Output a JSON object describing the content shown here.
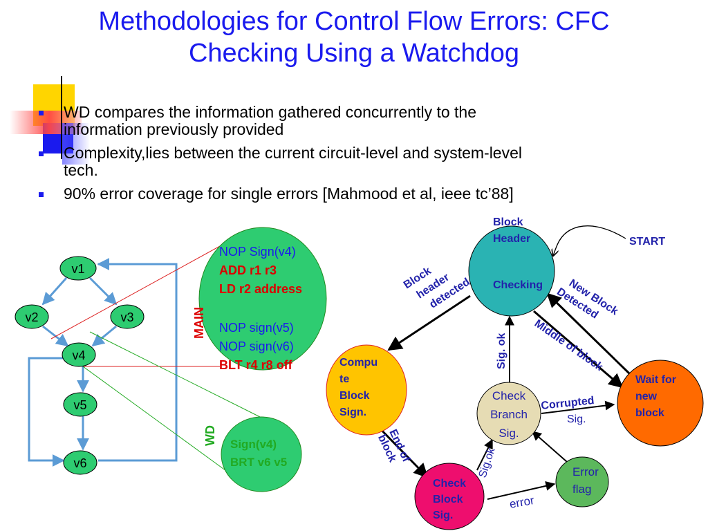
{
  "title": {
    "line1": "Methodologies for Control Flow Errors: CFC",
    "line2": "Checking Using a Watchdog"
  },
  "bullets": [
    {
      "line1": "WD compares the information gathered concurrently to the",
      "line2": "information previously provided"
    },
    {
      "line1": "Complexity,lies between the current circuit-level and system-level",
      "line2": "tech."
    },
    {
      "line1": "90% error coverage for single errors [Mahmood et al, ieee tc’88]"
    }
  ],
  "cfg": {
    "nodes": [
      "v1",
      "v2",
      "v3",
      "v4",
      "v5",
      "v6"
    ]
  },
  "main": {
    "label": "MAIN",
    "lines": [
      {
        "text": "NOP Sign(v4)",
        "color": "#1a1aee"
      },
      {
        "text": "ADD r1 r3",
        "color": "#dd0000"
      },
      {
        "text": "LD r2 address",
        "color": "#dd0000"
      },
      {
        "text": "NOP sign(v5)",
        "color": "#1a1aee"
      },
      {
        "text": "NOP sign(v6)",
        "color": "#1a1aee"
      },
      {
        "text": "BLT r4 r8 off",
        "color": "#dd0000"
      }
    ]
  },
  "wd": {
    "label": "WD",
    "lines": [
      "Sign(v4)",
      "BRT v6 v5"
    ]
  },
  "fsm": {
    "checking": {
      "header": [
        "Block",
        "Header"
      ],
      "body": "Checking"
    },
    "start": "START",
    "compute": [
      "Compu",
      "te",
      "Block",
      "Sign."
    ],
    "check_branch": [
      "Check",
      "Branch",
      "Sig."
    ],
    "wait": [
      "Wait for",
      "new",
      "block"
    ],
    "check_block": [
      "Check",
      "Block",
      "Sig."
    ],
    "error_flag": [
      "Error",
      "flag"
    ],
    "edges": {
      "block_header_detected": [
        "Block",
        "header",
        "detected"
      ],
      "new_block_detected": [
        "New Block",
        "Detected"
      ],
      "middle_of_block": "Middle of block",
      "sig_ok_up": "Sig. ok",
      "corrupted": "Corrupted",
      "corrupted_sig": "Sig.",
      "end_of_block": [
        "End of",
        "block"
      ],
      "sig_ok_diag": "Sig.ok",
      "error": "error"
    }
  },
  "colors": {
    "title": "#1a1aee",
    "checking_fill": "#2ab3b3",
    "compute_fill": "#ffc400",
    "check_branch_fill": "#e6dcb4",
    "wait_fill": "#ff6a00",
    "check_block_fill": "#ee0e6e",
    "error_flag_fill": "#5cb85c",
    "cfg_node_fill": "#2ecc71",
    "cfg_edge": "#5b9bd5",
    "main_circle": "#2ecc71",
    "edge_label": "#2222aa"
  }
}
